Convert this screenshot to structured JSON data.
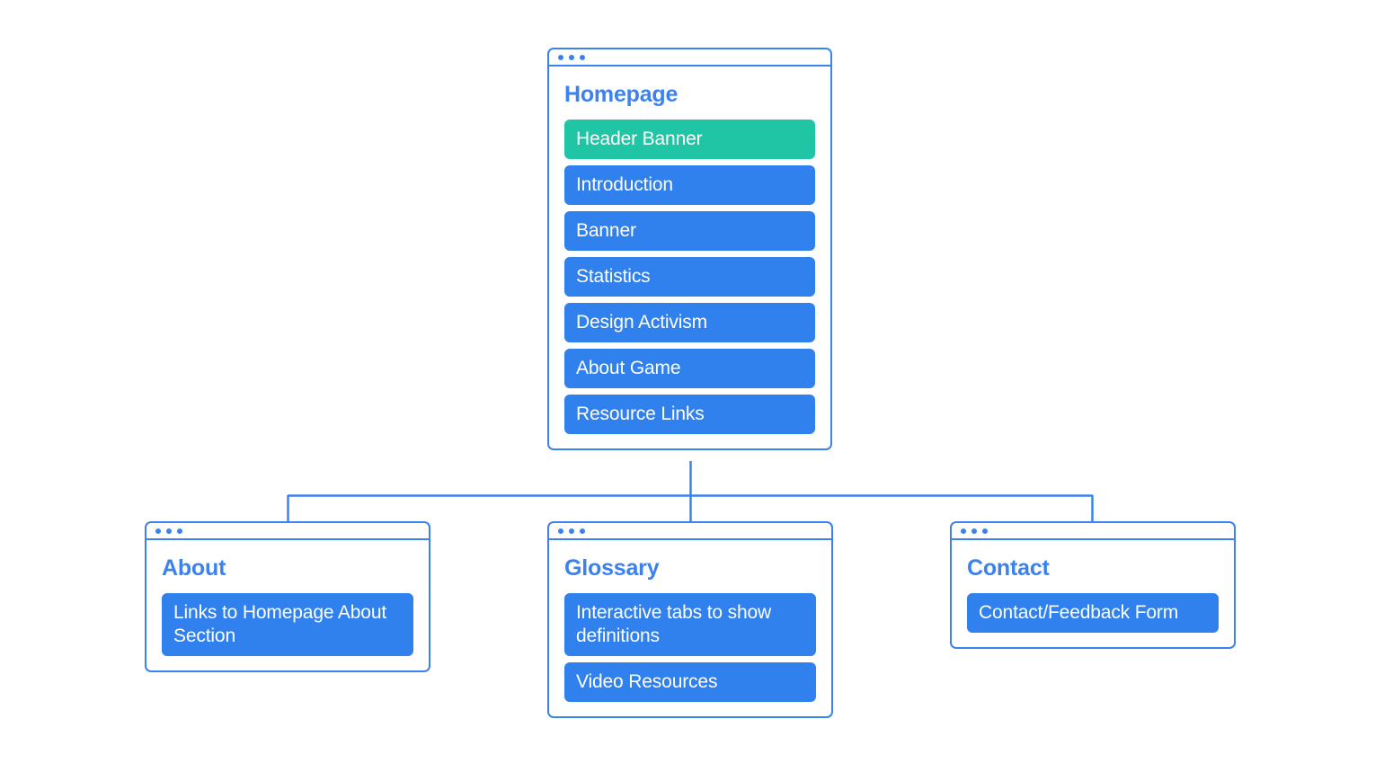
{
  "diagram": {
    "type": "sitemap",
    "accent_blue": "#3080ee",
    "accent_green": "#1fc5a4",
    "border_color": "#3b82f0",
    "background": "#ffffff",
    "titlebar_dots": 3
  },
  "root": {
    "title": "Homepage",
    "items": [
      {
        "label": "Header Banner",
        "color": "green"
      },
      {
        "label": "Introduction",
        "color": "blue"
      },
      {
        "label": "Banner",
        "color": "blue"
      },
      {
        "label": "Statistics",
        "color": "blue"
      },
      {
        "label": "Design Activism",
        "color": "blue"
      },
      {
        "label": "About Game",
        "color": "blue"
      },
      {
        "label": "Resource Links",
        "color": "blue"
      }
    ]
  },
  "children": [
    {
      "title": "About",
      "items": [
        {
          "label": "Links to Homepage About Section",
          "color": "blue"
        }
      ]
    },
    {
      "title": "Glossary",
      "items": [
        {
          "label": "Interactive tabs to show definitions",
          "color": "blue"
        },
        {
          "label": "Video Resources",
          "color": "blue"
        }
      ]
    },
    {
      "title": "Contact",
      "items": [
        {
          "label": "Contact/Feedback Form",
          "color": "blue"
        }
      ]
    }
  ]
}
